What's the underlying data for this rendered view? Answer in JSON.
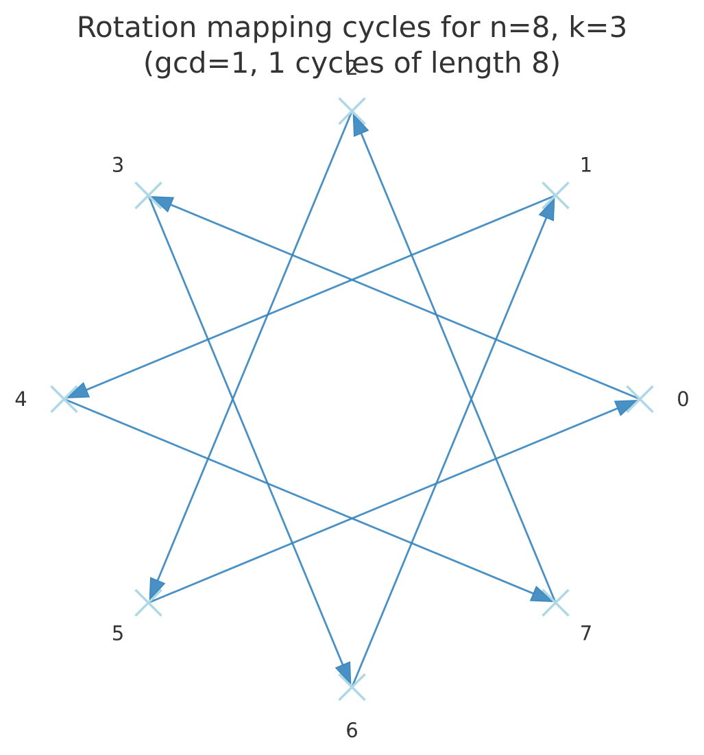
{
  "title": {
    "line1": "Rotation mapping cycles for n=8, k=3",
    "line2": "(gcd=1, 1 cycles of length 8)"
  },
  "diagram": {
    "n": 8,
    "k": 3,
    "nodes": [
      {
        "index": 0,
        "label": "0"
      },
      {
        "index": 1,
        "label": "1"
      },
      {
        "index": 2,
        "label": "2"
      },
      {
        "index": 3,
        "label": "3"
      },
      {
        "index": 4,
        "label": "4"
      },
      {
        "index": 5,
        "label": "5"
      },
      {
        "index": 6,
        "label": "6"
      },
      {
        "index": 7,
        "label": "7"
      }
    ],
    "edges": [
      {
        "from": 0,
        "to": 3
      },
      {
        "from": 1,
        "to": 4
      },
      {
        "from": 2,
        "to": 5
      },
      {
        "from": 3,
        "to": 6
      },
      {
        "from": 4,
        "to": 7
      },
      {
        "from": 5,
        "to": 0
      },
      {
        "from": 6,
        "to": 1
      },
      {
        "from": 7,
        "to": 2
      }
    ],
    "colors": {
      "arrow": "#3a87bf",
      "marker": "#add8e6",
      "text": "#333333"
    }
  }
}
